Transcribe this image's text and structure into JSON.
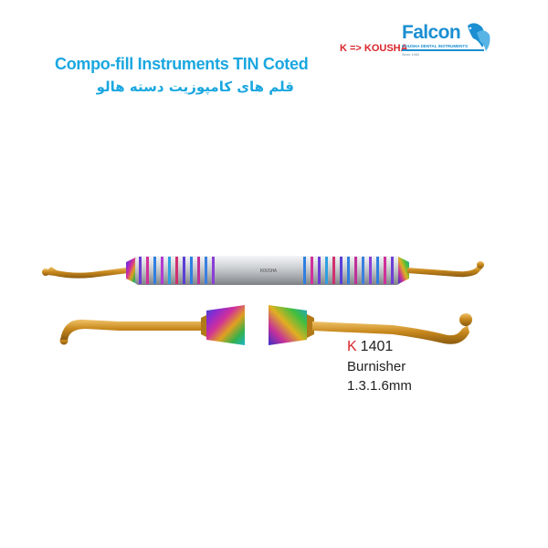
{
  "header": {
    "title_en": "Compo-fill Instruments TIN Coted",
    "title_fa": "قلم های کامپوزیت دسته هالو",
    "brand_mapping": "K => KOUSHA"
  },
  "logo": {
    "brand": "Falcon",
    "subtitle": "KOUSHA DENTAL INSTRUMENTS",
    "tagline": "Since 1983",
    "color": "#1b8fd2"
  },
  "product": {
    "code_prefix": "K",
    "code_number": "1401",
    "name": "Burnisher",
    "size": "1.3.1.6mm",
    "handle_engraving": "KOUSHA"
  },
  "colors": {
    "accent_blue": "#1aa7e0",
    "accent_red": "#d9262c",
    "gold": "#c98a1e",
    "steel": "#c8cbce"
  }
}
